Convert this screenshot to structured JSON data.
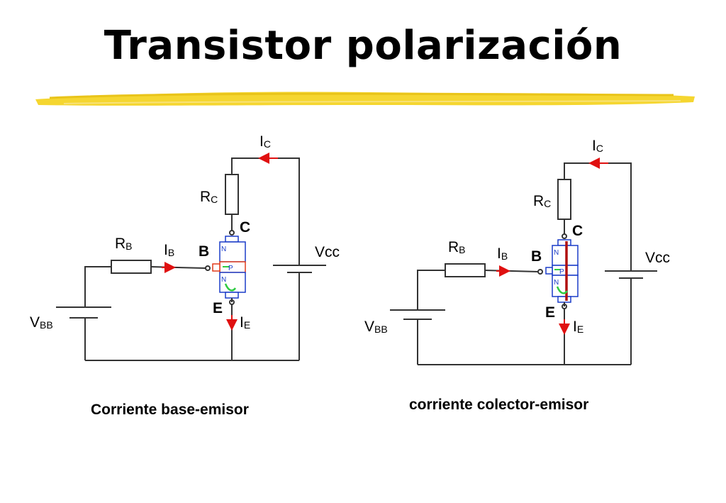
{
  "title": "Transistor polarización",
  "colors": {
    "wire": "#333333",
    "transistor": "#1a3cc8",
    "base_region": "#e03a1a",
    "arrow": "#e01010",
    "electron_flow": "#2ecc40",
    "collector_flow": "#b01010",
    "highlight": "#f5d630"
  },
  "circuits": [
    {
      "caption": "Corriente base-emisor",
      "labels": {
        "ic": {
          "main": "I",
          "sub": "C"
        },
        "rc": {
          "main": "R",
          "sub": "C"
        },
        "rb": {
          "main": "R",
          "sub": "B"
        },
        "ib": {
          "main": "I",
          "sub": "B"
        },
        "ie": {
          "main": "I",
          "sub": "E"
        },
        "vbb": {
          "main": "V",
          "sub": "BB"
        },
        "vcc": "Vcc",
        "collector": "C",
        "base": "B",
        "emitter": "E",
        "layer_n_top": "N",
        "layer_p": "P",
        "layer_n_bottom": "N"
      }
    },
    {
      "caption": "corriente colector-emisor",
      "labels": {
        "ic": {
          "main": "I",
          "sub": "C"
        },
        "rc": {
          "main": "R",
          "sub": "C"
        },
        "rb": {
          "main": "R",
          "sub": "B"
        },
        "ib": {
          "main": "I",
          "sub": "B"
        },
        "ie": {
          "main": "I",
          "sub": "E"
        },
        "vbb": {
          "main": "V",
          "sub": "BB"
        },
        "vcc": "Vcc",
        "collector": "C",
        "base": "B",
        "emitter": "E",
        "layer_n_top": "N",
        "layer_p": "P",
        "layer_n_bottom": "N"
      }
    }
  ]
}
